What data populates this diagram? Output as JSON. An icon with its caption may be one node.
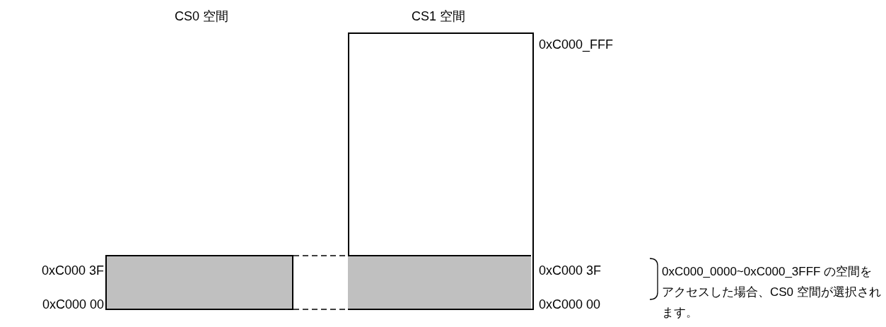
{
  "diagram": {
    "nodes": [
      {
        "text": [],
        "shape": "box",
        "beside": [
          "0xC000 3F",
          "0xC000 00"
        ]
      },
      {
        "text": [],
        "shape": "box",
        "beside": [
          "0xC000_FFF"
        ]
      },
      {
        "text": [],
        "shape": "box",
        "in": 1,
        "beside": [
          "0xC000 3F",
          "0xC000 00"
        ]
      }
    ],
    "edges": [
      {
        "from": 0,
        "to": 2,
        "arrow": "none",
        "style": "dashed"
      },
      {
        "from": 0,
        "to": 2,
        "arrow": "none",
        "style": "dashed"
      }
    ],
    "labels": [
      "CS0 空間",
      "CS1 空間",
      "0xC000_0000~0xC000_3FFF の空間をアクセスした場合、CS0 空間が選択されます。"
    ]
  }
}
